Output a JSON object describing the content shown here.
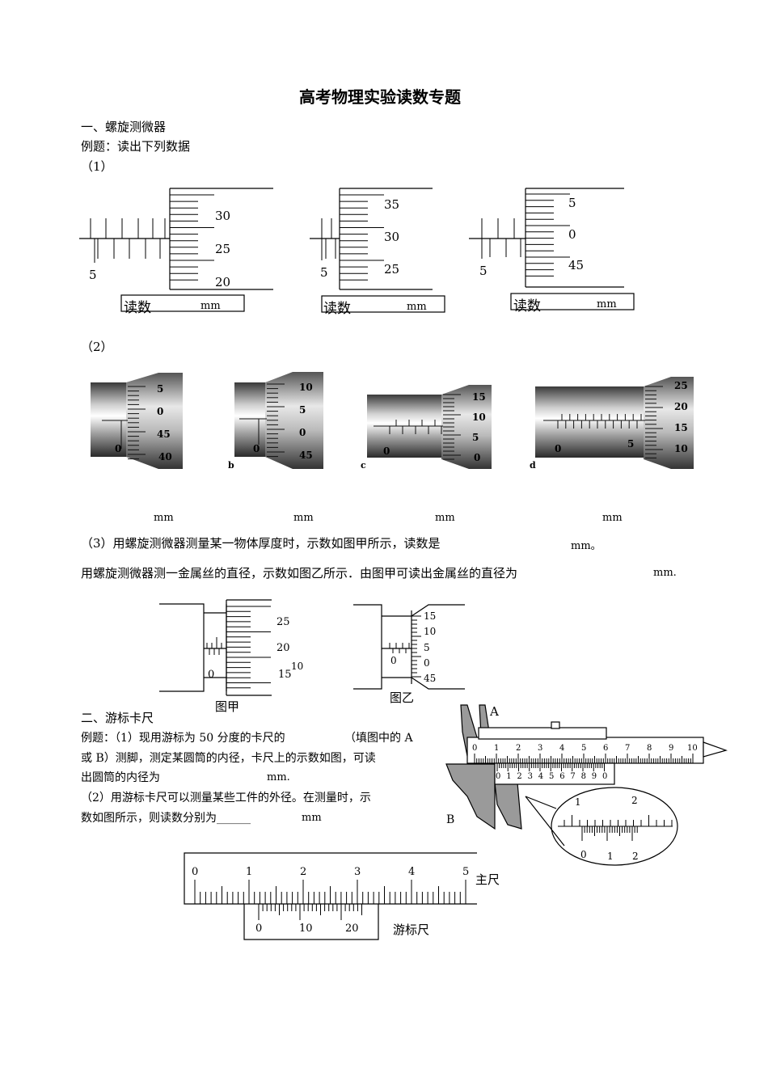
{
  "title": "高考物理实验读数专题",
  "section1": {
    "heading": "一、螺旋测微器",
    "example": "例题：读出下列数据",
    "part1_label": "（1）",
    "part2_label": "（2）",
    "read_label": "读数",
    "unit": "mm",
    "part1_figs": [
      {
        "main_num": "5",
        "thimble": [
          "30",
          "25",
          "20"
        ]
      },
      {
        "main_num": "5",
        "thimble": [
          "35",
          "30",
          "25"
        ]
      },
      {
        "main_num": "5",
        "thimble": [
          "5",
          "0",
          "45"
        ]
      }
    ],
    "part2_figs": [
      {
        "letter": "",
        "main": [
          "0"
        ],
        "thimble": [
          "5",
          "0",
          "45",
          "40"
        ]
      },
      {
        "letter": "b",
        "main": [
          "0"
        ],
        "thimble": [
          "10",
          "5",
          "0",
          "45"
        ]
      },
      {
        "letter": "c",
        "main": [
          "0"
        ],
        "thimble": [
          "15",
          "10",
          "5",
          "0"
        ]
      },
      {
        "letter": "d",
        "main": [
          "0",
          "5"
        ],
        "thimble": [
          "25",
          "20",
          "15",
          "10"
        ]
      }
    ],
    "q3_line1_a": "（3）用螺旋测微器测量某一物体厚度时，示数如图甲所示，读数是",
    "q3_line1_b": "mm。",
    "q3_line2_a": "用螺旋测微器测一金属丝的直径，示数如图乙所示．由图甲可读出金属丝的直径为",
    "q3_line2_b": "mm.",
    "fig_jia": {
      "caption": "图甲",
      "thimble": [
        "25",
        "20",
        "15"
      ],
      "main": "0",
      "extra": "10"
    },
    "fig_yi": {
      "caption": "图乙",
      "thimble": [
        "15",
        "10",
        "5",
        "0",
        "45"
      ],
      "main": "0"
    }
  },
  "section2": {
    "heading": "二、游标卡尺",
    "ex1_a": "例题：（1）现用游标为 50 分度的卡尺的",
    "ex1_b": "（填图中的 A",
    "ex1_c": "或 B）测脚，测定某圆筒的内径，卡尺上的示数如图，可读",
    "ex1_d": "出圆筒的内径为",
    "ex1_e": "mm.",
    "ex2_a": "（2）用游标卡尺可以测量某些工件的外径。在测量时，示",
    "ex2_b": "数如图所示，则读数分别为______",
    "ex2_c": "mm",
    "caliper": {
      "label_a": "A",
      "label_b": "B",
      "main_nums": [
        "0",
        "1",
        "2",
        "3",
        "4",
        "5",
        "6",
        "7",
        "8",
        "9",
        "10"
      ],
      "vernier_nums": [
        "0",
        "1",
        "2",
        "3",
        "4",
        "5",
        "6",
        "7",
        "8",
        "9",
        "0"
      ],
      "zoom_top": [
        "1",
        "2"
      ],
      "zoom_bottom": [
        "0",
        "1",
        "2"
      ]
    },
    "bottom_scale": {
      "main_nums": [
        "0",
        "1",
        "2",
        "3",
        "4",
        "5"
      ],
      "vernier_nums": [
        "0",
        "10",
        "20"
      ],
      "main_label": "主尺",
      "vernier_label": "游标尺"
    }
  }
}
